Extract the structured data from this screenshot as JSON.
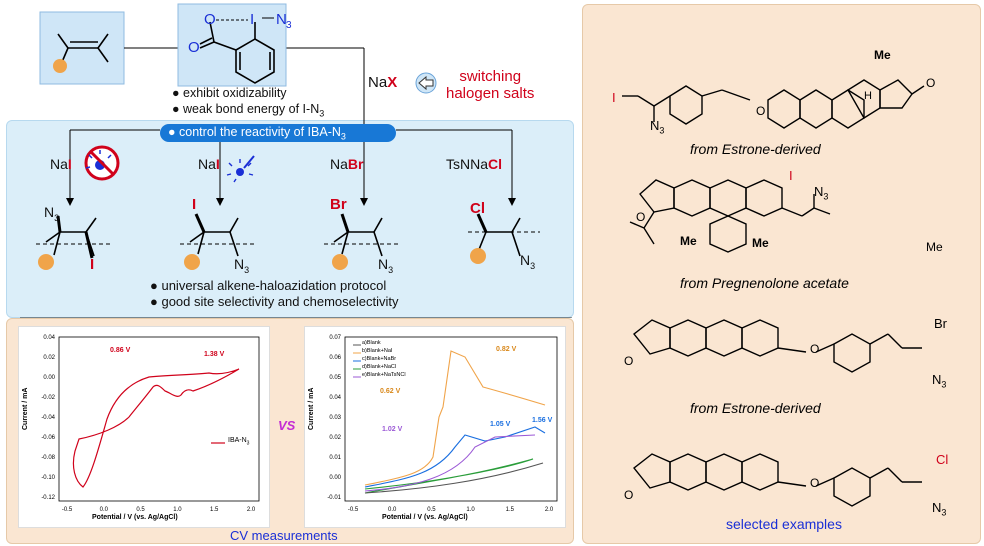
{
  "reagent": {
    "o": "O",
    "i": "I",
    "n3": "N",
    "n3sub": "3",
    "carbonyl_o": "O"
  },
  "top": {
    "notes": [
      "exhibit oxidizability",
      "weak bond energy of I-N"
    ],
    "notes_sub": "3",
    "nax_prefix": "Na",
    "nax_x": "X",
    "switching": [
      "switching",
      "halogen salts"
    ]
  },
  "control": {
    "label": "control the reactivity of IBA-N",
    "sub": "3"
  },
  "salts": [
    {
      "prefix": "Na",
      "hal": "I"
    },
    {
      "prefix": "Na",
      "hal": "I"
    },
    {
      "prefix": "Na",
      "hal": "Br"
    },
    {
      "prefix": "TsNNa",
      "hal": "Cl"
    }
  ],
  "products": [
    {
      "top": "N",
      "top_sub": "3",
      "bottom": "I"
    },
    {
      "top": "I",
      "bottom": "N",
      "bottom_sub": "3"
    },
    {
      "top": "Br",
      "bottom": "N",
      "bottom_sub": "3"
    },
    {
      "top": "Cl",
      "bottom": "N",
      "bottom_sub": "3"
    }
  ],
  "protocol": [
    "universal alkene-haloazidation protocol",
    "good site selectivity and chemoselectivity"
  ],
  "cv": {
    "caption": "CV measurements",
    "vs": "VS",
    "left": {
      "ylabel": "Current / mA",
      "xlabel": "Potential / V (vs. Ag/AgCl)",
      "yticks": [
        "0.04",
        "0.02",
        "0.00",
        "-0.02",
        "-0.04",
        "-0.06",
        "-0.08",
        "-0.10",
        "-0.12"
      ],
      "xticks": [
        "-0.5",
        "0.0",
        "0.5",
        "1.0",
        "1.5",
        "2.0"
      ],
      "legend": "IBA-N",
      "legend_sub": "3",
      "ann": [
        "0.86 V",
        "1.38 V"
      ]
    },
    "right": {
      "ylabel": "Current / mA",
      "xlabel": "Potential / V (vs. Ag/AgCl)",
      "yticks": [
        "0.07",
        "0.06",
        "0.05",
        "0.04",
        "0.03",
        "0.02",
        "0.01",
        "0.00",
        "-0.01"
      ],
      "xticks": [
        "-0.5",
        "0.0",
        "0.5",
        "1.0",
        "1.5",
        "2.0"
      ],
      "legend": [
        "a)Blank",
        "b)Blank+NaI",
        "c)Blank+NaBr",
        "d)Blank+NaCl",
        "e)Blank+NaTsNCl"
      ],
      "ann": [
        "0.82 V",
        "0.62 V",
        "1.02 V",
        "1.05 V",
        "1.56 V"
      ]
    }
  },
  "examples": {
    "captions": [
      "from Estrone-derived",
      "from Pregnenolone acetate",
      "from Estrone-derived",
      "selected examples"
    ],
    "labels": {
      "i": "I",
      "n3": "N",
      "n3sub": "3",
      "o": "O",
      "me": "Me",
      "h": "H",
      "br": "Br",
      "cl": "Cl",
      "me2": "Me"
    }
  },
  "colors": {
    "red": "#d0021b",
    "blue": "#1a2fd6",
    "orange": "#f0a44a",
    "panel": "#fae6d2",
    "bluepanel": "#dbeef9"
  }
}
